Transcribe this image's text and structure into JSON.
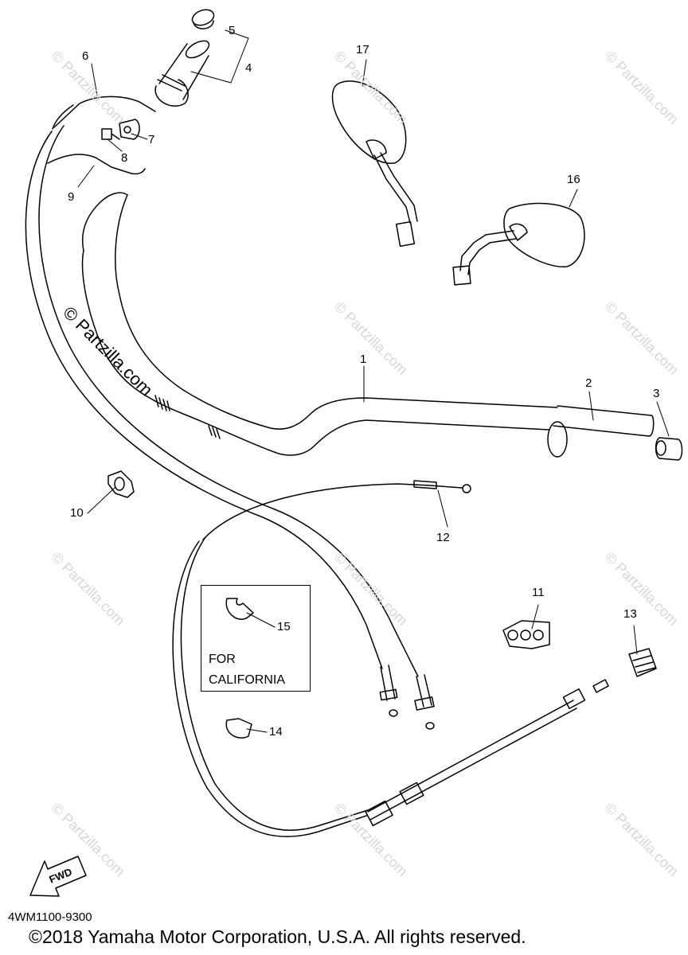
{
  "callouts": [
    {
      "id": "c1",
      "label": "1"
    },
    {
      "id": "c2",
      "label": "2"
    },
    {
      "id": "c3",
      "label": "3"
    },
    {
      "id": "c4",
      "label": "4"
    },
    {
      "id": "c5",
      "label": "5"
    },
    {
      "id": "c6",
      "label": "6"
    },
    {
      "id": "c7",
      "label": "7"
    },
    {
      "id": "c8",
      "label": "8"
    },
    {
      "id": "c9",
      "label": "9"
    },
    {
      "id": "c10",
      "label": "10"
    },
    {
      "id": "c11",
      "label": "11"
    },
    {
      "id": "c12",
      "label": "12"
    },
    {
      "id": "c13",
      "label": "13"
    },
    {
      "id": "c14",
      "label": "14"
    },
    {
      "id": "c15",
      "label": "15"
    },
    {
      "id": "c16",
      "label": "16"
    },
    {
      "id": "c17",
      "label": "17"
    }
  ],
  "california_box": {
    "line1": "FOR",
    "line2": "CALIFORNIA"
  },
  "fwd_label": "FWD",
  "diagram_code": "4WM1100-9300",
  "copyright": "©2018 Yamaha Motor Corporation, U.S.A. All rights reserved.",
  "watermark": "© Partzilla.com",
  "colors": {
    "line": "#000000",
    "watermark": "#d6d6d6",
    "background": "#ffffff"
  }
}
